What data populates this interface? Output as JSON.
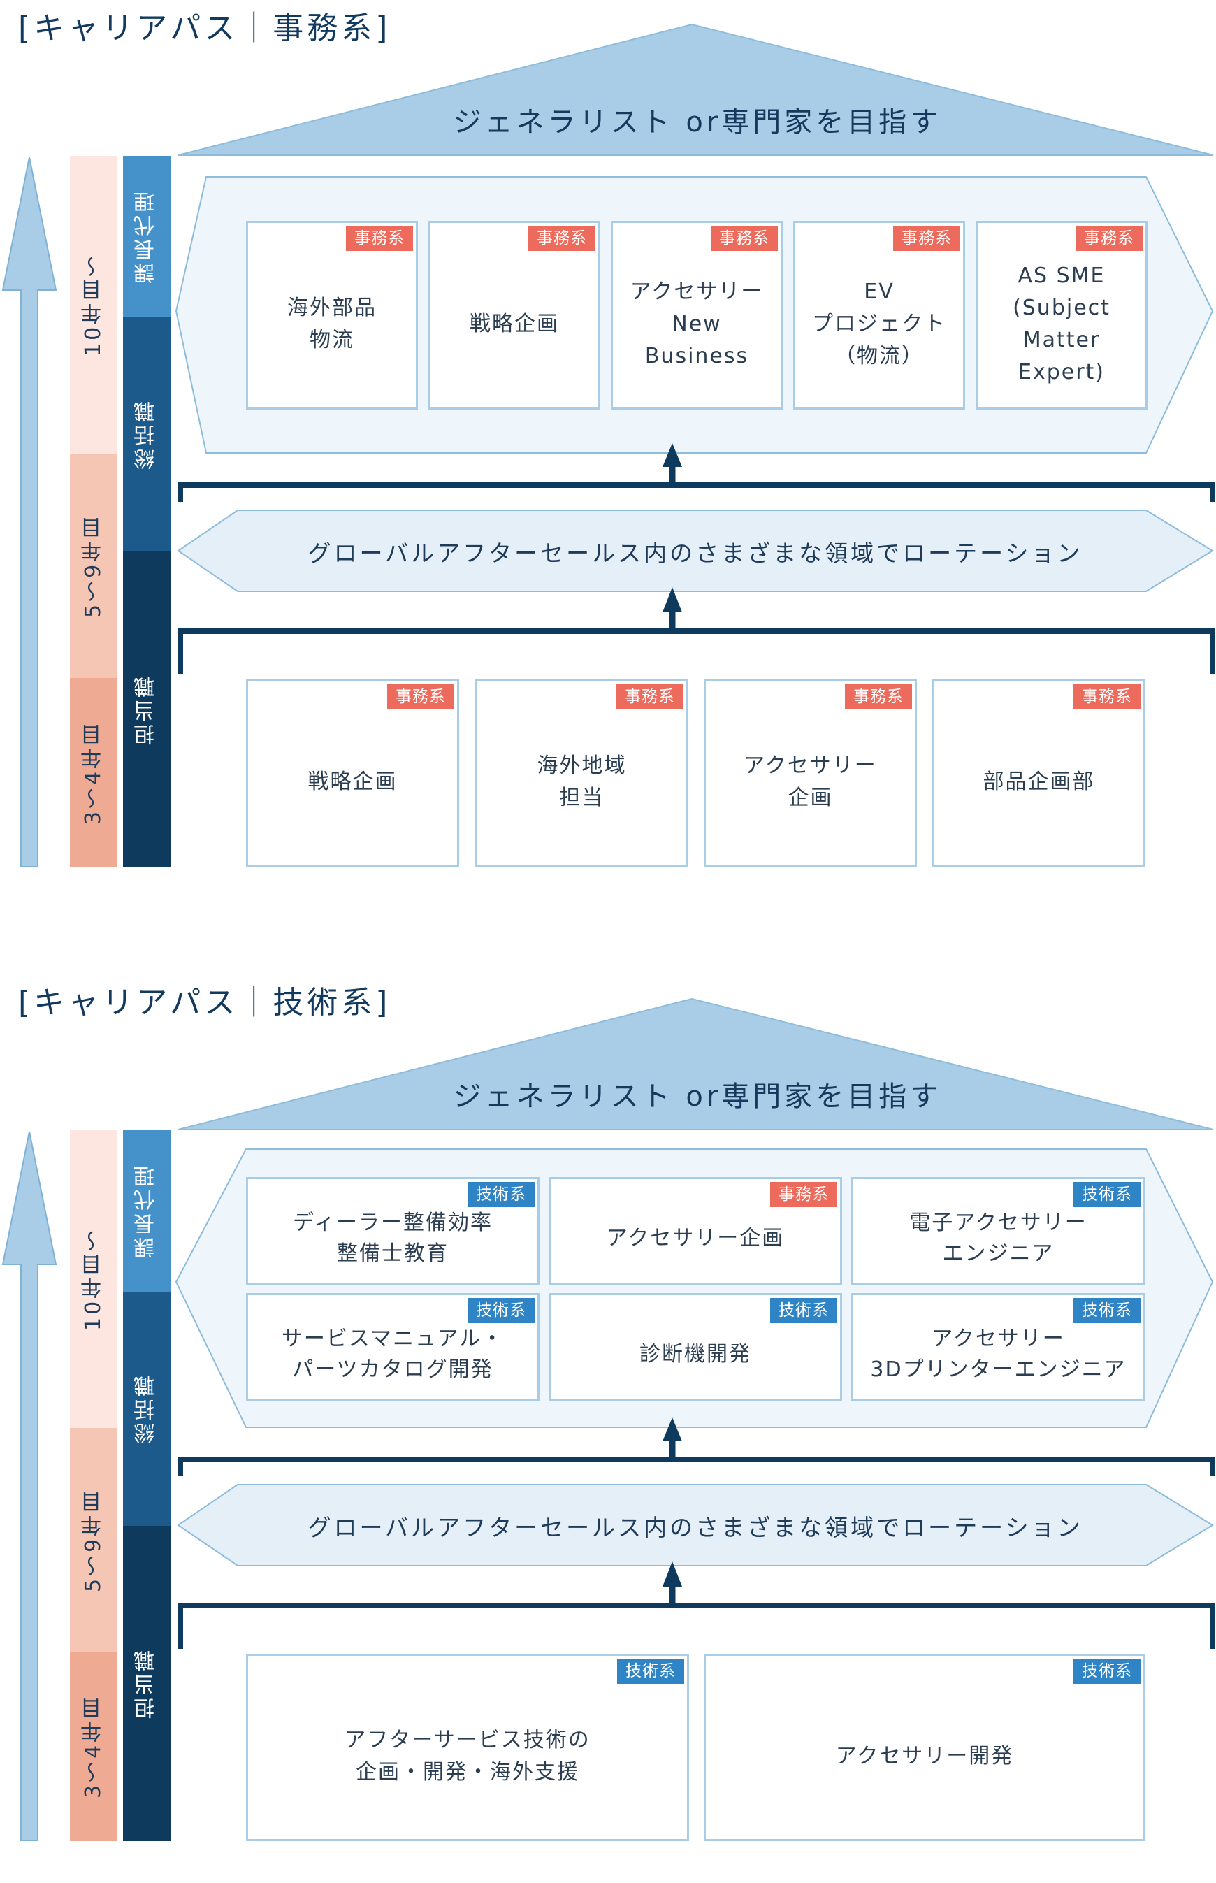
{
  "sections": [
    {
      "title": "[キャリアパス｜事務系]",
      "roof": "ジェネラリスト or専門家を目指す",
      "rotation": "グローバルアフターセールス内のさまざまな領域でローテーション",
      "years": [
        "10年目〜",
        "5〜9年目",
        "3〜4年目"
      ],
      "ranks": [
        "課長代理",
        "総括職",
        "担当職"
      ],
      "upper_cards": [
        {
          "badge": "事務系",
          "text": "海外部品\n物流"
        },
        {
          "badge": "事務系",
          "text": "戦略企画"
        },
        {
          "badge": "事務系",
          "text": "アクセサリー\nNew\nBusiness"
        },
        {
          "badge": "事務系",
          "text": "EV\nプロジェクト\n（物流）"
        },
        {
          "badge": "事務系",
          "text": "AS SME\n(Subject\nMatter\nExpert)"
        }
      ],
      "lower_cards": [
        {
          "badge": "事務系",
          "text": "戦略企画"
        },
        {
          "badge": "事務系",
          "text": "海外地域\n担当"
        },
        {
          "badge": "事務系",
          "text": "アクセサリー\n企画"
        },
        {
          "badge": "事務系",
          "text": "部品企画部"
        }
      ]
    },
    {
      "title": "[キャリアパス｜技術系]",
      "roof": "ジェネラリスト or専門家を目指す",
      "rotation": "グローバルアフターセールス内のさまざまな領域でローテーション",
      "years": [
        "10年目〜",
        "5〜9年目",
        "3〜4年目"
      ],
      "ranks": [
        "課長代理",
        "総括職",
        "担当職"
      ],
      "upper_cards": [
        {
          "badge": "技術系",
          "text": "ディーラー整備効率\n整備士教育"
        },
        {
          "badge": "事務系",
          "text": "アクセサリー企画"
        },
        {
          "badge": "技術系",
          "text": "電子アクセサリー\nエンジニア"
        },
        {
          "badge": "技術系",
          "text": "サービスマニュアル・\nパーツカタログ開発"
        },
        {
          "badge": "技術系",
          "text": "診断機開発"
        },
        {
          "badge": "技術系",
          "text": "アクセサリー\n3Dプリンターエンジニア"
        }
      ],
      "lower_cards": [
        {
          "badge": "技術系",
          "text": "アフターサービス技術の\n企画・開発・海外支援"
        },
        {
          "badge": "技術系",
          "text": "アクセサリー開発"
        }
      ]
    }
  ],
  "colors": {
    "jimu_badge": "#ec6b5d",
    "gijutsu_badge": "#2e84c4",
    "roof": "#a9cde6",
    "rank_top": "#4591c9",
    "rank_mid": "#1c5a8c",
    "rank_low": "#0e3a5e",
    "year_top": "#fde6df",
    "year_mid": "#f6c6b5",
    "year_low": "#eeaa92"
  }
}
